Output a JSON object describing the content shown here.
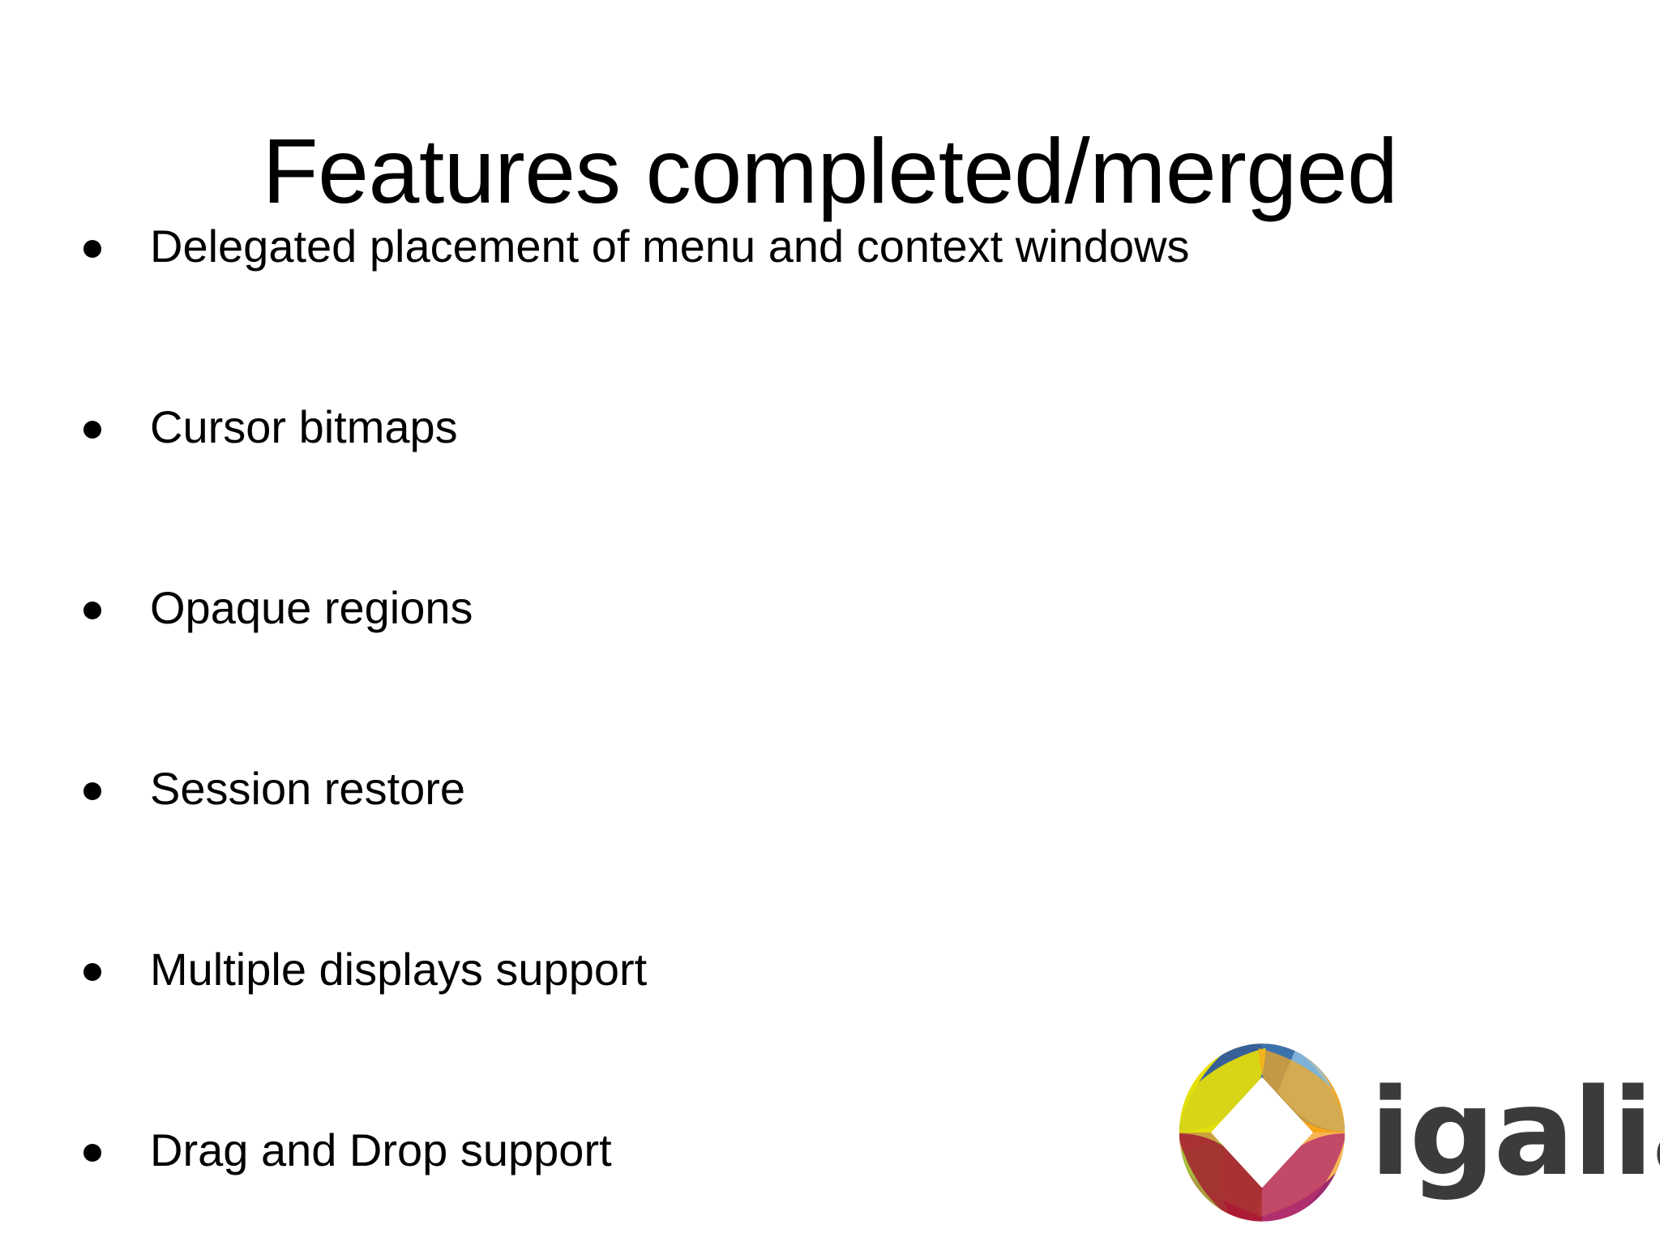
{
  "slide": {
    "title": "Features completed/merged",
    "background_color": "#ffffff",
    "text_color": "#000000",
    "bullets": [
      {
        "text": "Delegated placement of menu and context windows"
      },
      {
        "text": "Cursor bitmaps"
      },
      {
        "text": "Opaque regions"
      },
      {
        "text": "Session restore"
      },
      {
        "text": "Multiple displays support"
      },
      {
        "text": "Drag and Drop support"
      }
    ]
  },
  "logo": {
    "name": "igalia-logo",
    "wordmark": "igalia",
    "wordmark_color": "#3b3b3d",
    "mark_icon": "igalia-wheel-icon",
    "colors": {
      "blue_dark": "#2d5a9e",
      "blue_mid": "#3f83bf",
      "blue_light": "#8fc2e4",
      "orange": "#f59b0c",
      "orange_light": "#fbc35f",
      "yellow": "#e9e000",
      "yellow_green": "#b7cc36",
      "green": "#9cc63b",
      "magenta": "#9b2a6e",
      "magenta_light": "#b93a86",
      "crimson": "#d22248",
      "red_dark": "#9e1b2f",
      "center": "#ffffff"
    }
  }
}
